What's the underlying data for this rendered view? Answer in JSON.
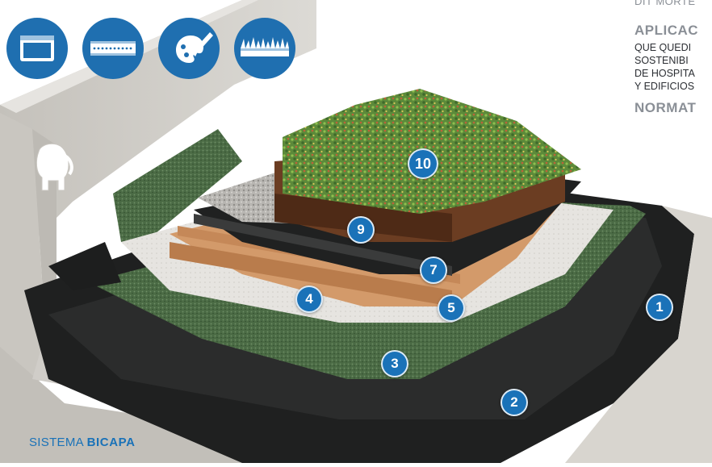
{
  "side_text": {
    "cut_line": "DIT MORTE",
    "heading_1": "APLICAC",
    "lines": [
      "QUE QUEDI",
      "SOSTENIBI",
      "DE HOSPITA",
      "Y EDIFICIOS"
    ],
    "heading_2": "NORMAT"
  },
  "icons": [
    {
      "name": "panel-icon"
    },
    {
      "name": "perforated-sheet-icon"
    },
    {
      "name": "brush-icon"
    },
    {
      "name": "grass-layer-icon"
    }
  ],
  "markers": [
    "1",
    "2",
    "3",
    "4",
    "5",
    "7",
    "9",
    "10"
  ],
  "caption": {
    "prefix": "SISTEMA ",
    "bold": "BICAPA"
  },
  "colors": {
    "accent": "#1a72b8",
    "icon_bg": "#1f6fb0"
  }
}
